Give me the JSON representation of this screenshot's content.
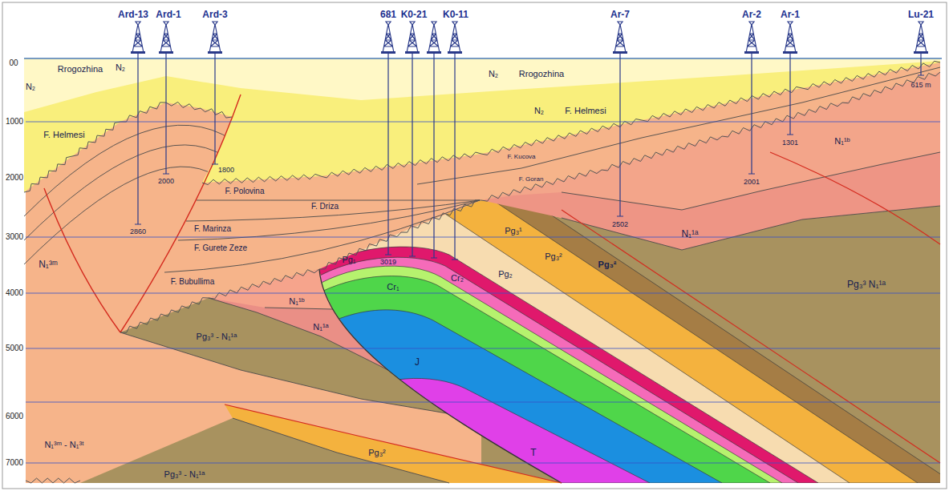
{
  "diagram": {
    "labels": [
      "Ard-13",
      "Ard-1",
      "Ard-3",
      "681",
      "K0-21",
      "K0-11",
      "Ar-7",
      "Ar-2",
      "Ar-1",
      "Lu-21",
      "00",
      "1000",
      "2000",
      "3000",
      "4000",
      "5000",
      "6000",
      "7000",
      "Rrogozhina",
      "N₂",
      "N₂",
      "N₂",
      "Rrogozhina",
      "F. Helmesi",
      "N₂",
      "F. Helmesi",
      "2000",
      "1800",
      "F. Polovina",
      "F. Kucova",
      "F. Goran",
      "615 m",
      "1301",
      "2001",
      "N₁¹ᵇ",
      "F. Driza",
      "2502",
      "F. Marinza",
      "N₁³ᵐ",
      "2860",
      "Pg₃¹",
      "N₁¹ᵃ",
      "F. Gurete Zeze",
      "Pg₃²",
      "Pg₃²",
      "Pg₁",
      "3019",
      "Cr₂",
      "Pg₂",
      "F. Bubullima",
      "Pg₃³ N₁¹ᵃ",
      "Cr₁",
      "N₁¹ᵇ",
      "N₁¹ᵃ",
      "Pg₃³ - N₁¹ᵃ",
      "J",
      "N₁³ᵐ - N₁³ᵗ",
      "T",
      "Pg₃²",
      "Pg₃³ - N₁¹ᵃ"
    ]
  }
}
